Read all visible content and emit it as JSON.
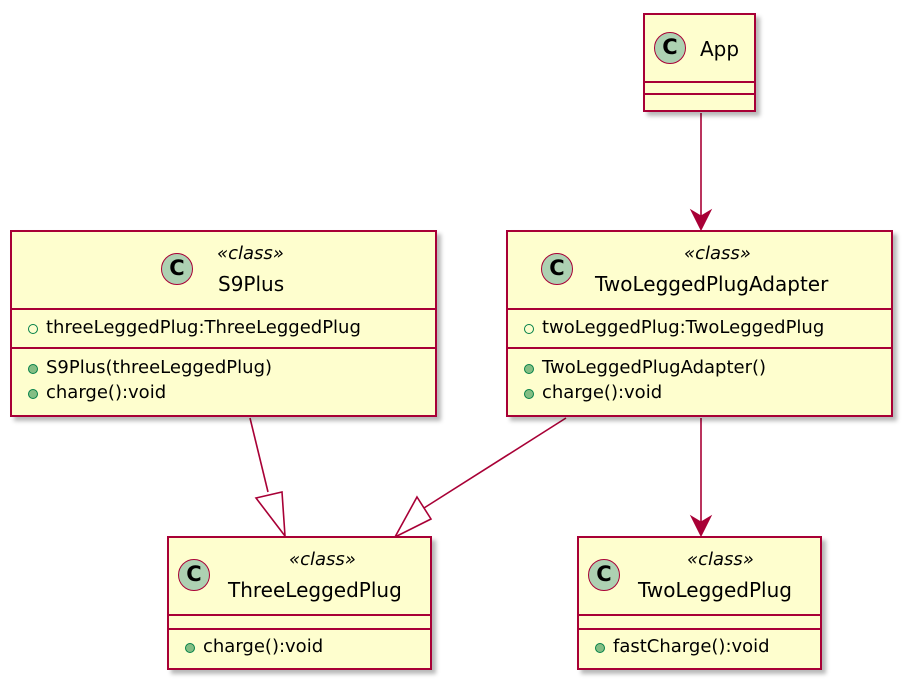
{
  "diagram": {
    "colors": {
      "class_fill": "#FEFECE",
      "border": "#A80036",
      "class_icon": "#ADD1B2",
      "visibility": "#84BE84"
    },
    "classes": {
      "app": {
        "icon": "C",
        "name": "App"
      },
      "s9plus": {
        "icon": "C",
        "stereotype": "«class»",
        "name": "S9Plus",
        "fields": [
          "threeLeggedPlug:ThreeLeggedPlug"
        ],
        "methods": [
          "S9Plus(threeLeggedPlug)",
          "charge():void"
        ]
      },
      "adapter": {
        "icon": "C",
        "stereotype": "«class»",
        "name": "TwoLeggedPlugAdapter",
        "fields": [
          "twoLeggedPlug:TwoLeggedPlug"
        ],
        "methods": [
          "TwoLeggedPlugAdapter()",
          "charge():void"
        ]
      },
      "threeplug": {
        "icon": "C",
        "stereotype": "«class»",
        "name": "ThreeLeggedPlug",
        "methods": [
          "charge():void"
        ]
      },
      "twoplug": {
        "icon": "C",
        "stereotype": "«class»",
        "name": "TwoLeggedPlug",
        "methods": [
          "fastCharge():void"
        ]
      }
    }
  }
}
